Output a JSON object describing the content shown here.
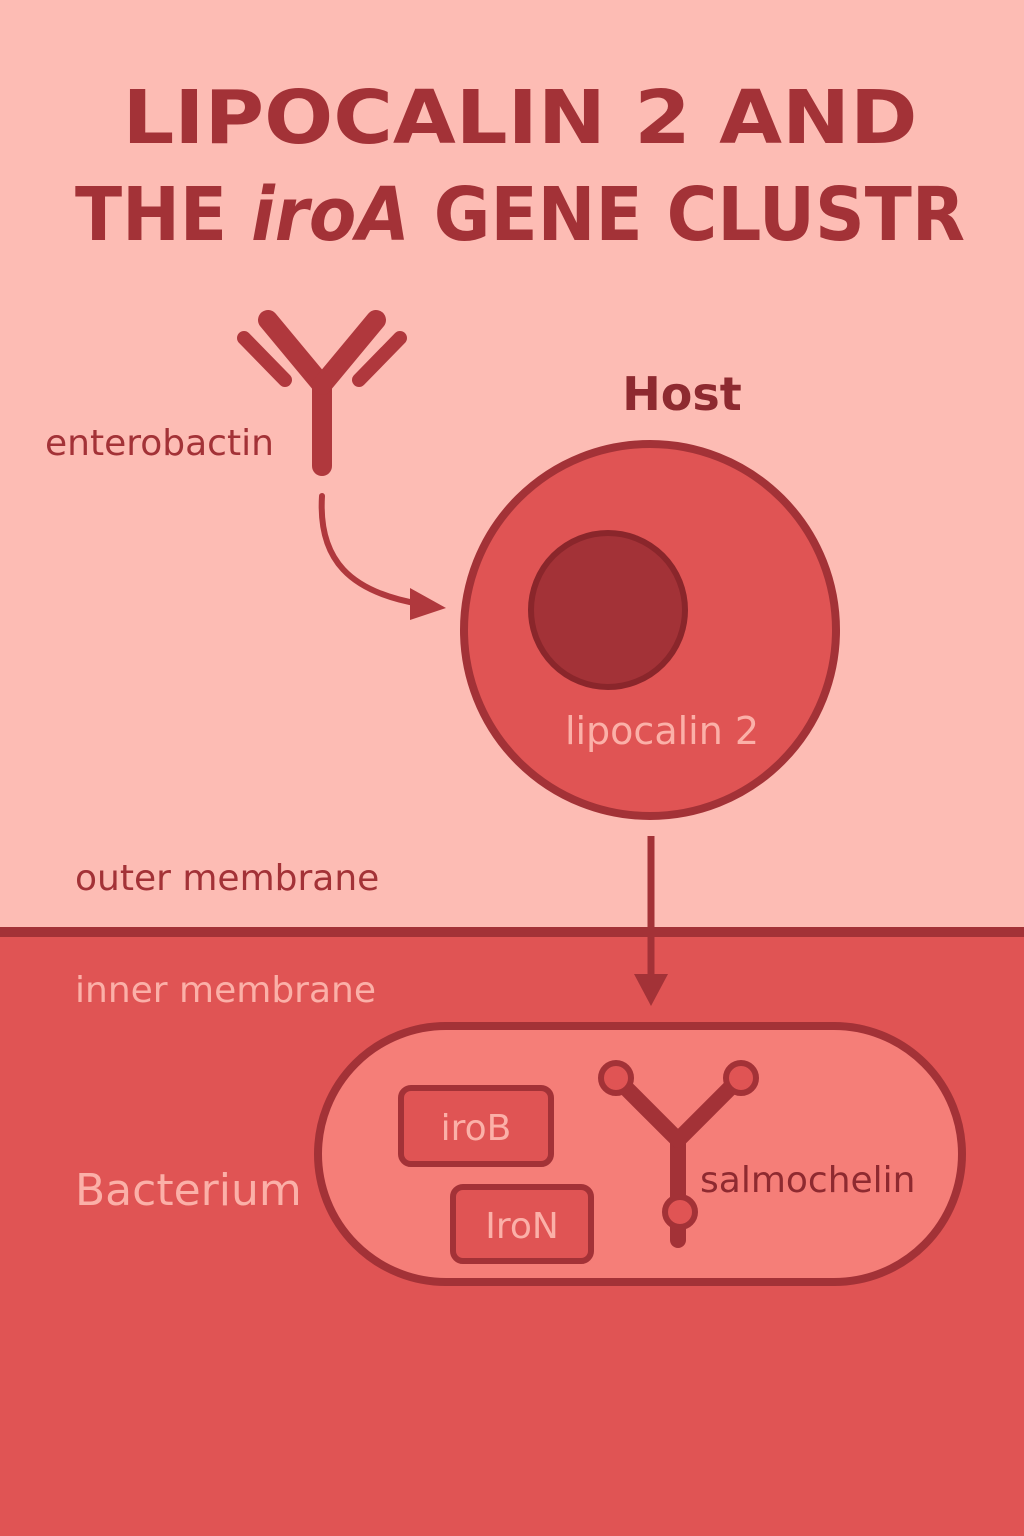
{
  "title": {
    "line1": "LIPOCALIN 2 AND",
    "line2_pre": "THE ",
    "line2_italic": "iroA",
    "line2_post": " GENE CLUSTR"
  },
  "labels": {
    "host": "Host",
    "enterobactin": "enterobactin",
    "lipocalin": "lipocalin 2",
    "outer_membrane": "outer membrane",
    "inner_membrane": "inner membrane",
    "bacterium": "Bacterium",
    "salmochelin": "salmochelin"
  },
  "boxes": {
    "irob": "iroB",
    "iron": "IroN"
  },
  "colors": {
    "upper_background": "#FDBCB4",
    "lower_background": "#E05454",
    "dark_red": "#A33237",
    "host_cell_fill": "#E05454",
    "nucleus_fill": "#A33237",
    "bacterium_fill": "#F57E78",
    "box_fill": "#E05454",
    "light_text": "#FBB0A8"
  }
}
